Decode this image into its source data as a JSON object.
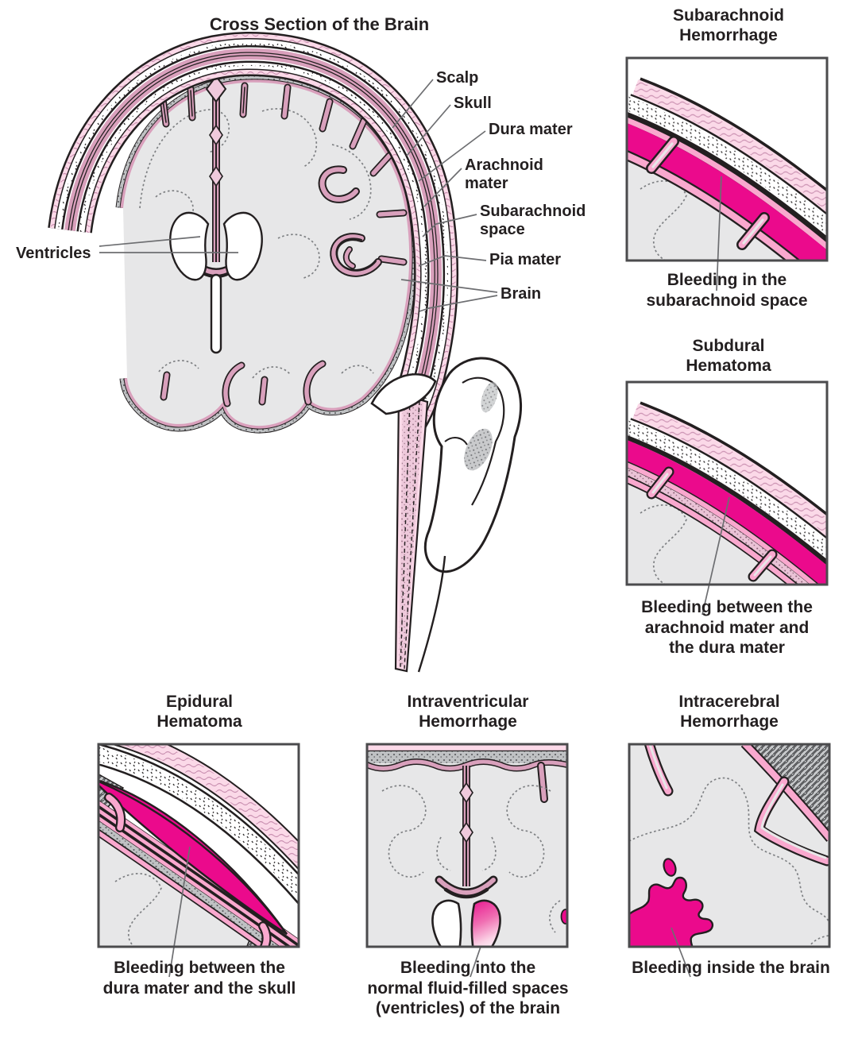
{
  "palette": {
    "ink": "#231F20",
    "magenta": "#EB0A8C",
    "pink_bright": "#F9A8CE",
    "pink_pale": "#FBD9E8",
    "pink_dusty": "#D9A0BC",
    "pink_dusty_light": "#EFC9DC",
    "brain_gray": "#E7E7E8",
    "stipple_gray": "#BFC1C3",
    "leader_gray": "#6D6E71",
    "border_gray": "#4B4B4D"
  },
  "main": {
    "title": "Cross Section of the Brain",
    "labels": {
      "scalp": "Scalp",
      "skull": "Skull",
      "dura": "Dura mater",
      "arachnoid": [
        "Arachnoid",
        "mater"
      ],
      "subarachnoid": [
        "Subarachnoid",
        "space"
      ],
      "pia": "Pia mater",
      "brain": "Brain",
      "ventricles": "Ventricles"
    }
  },
  "panels": [
    {
      "id": "subarachnoid-hemorrhage",
      "title": [
        "Subarachnoid",
        "Hemorrhage"
      ],
      "caption": [
        "Bleeding in the",
        "subarachnoid space"
      ]
    },
    {
      "id": "subdural-hematoma",
      "title": [
        "Subdural",
        "Hematoma"
      ],
      "caption": [
        "Bleeding between the",
        "arachnoid mater and",
        "the dura mater"
      ]
    },
    {
      "id": "epidural-hematoma",
      "title": [
        "Epidural",
        "Hematoma"
      ],
      "caption": [
        "Bleeding between the",
        "dura mater and the skull"
      ]
    },
    {
      "id": "intraventricular-hemorrhage",
      "title": [
        "Intraventricular",
        "Hemorrhage"
      ],
      "caption": [
        "Bleeding into the",
        "normal fluid-filled spaces",
        "(ventricles) of the brain"
      ]
    },
    {
      "id": "intracerebral-hemorrhage",
      "title": [
        "Intracerebral",
        "Hemorrhage"
      ],
      "caption": [
        "Bleeding inside the brain"
      ]
    }
  ]
}
